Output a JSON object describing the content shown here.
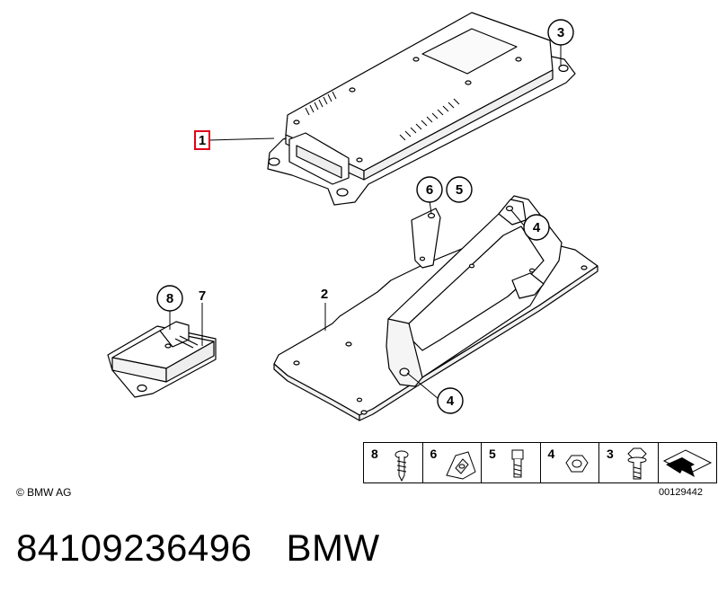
{
  "callouts": {
    "c1": "1",
    "c2": "2",
    "c3": "3",
    "c4a": "4",
    "c4b": "4",
    "c5": "5",
    "c6": "6",
    "c7": "7",
    "c8": "8"
  },
  "legend": [
    {
      "num": "8",
      "icon": "screw-icon"
    },
    {
      "num": "6",
      "icon": "clip-nut-icon"
    },
    {
      "num": "5",
      "icon": "bolt-icon"
    },
    {
      "num": "4",
      "icon": "hex-nut-icon"
    },
    {
      "num": "3",
      "icon": "flange-bolt-icon"
    },
    {
      "num": "",
      "icon": "arrow-icon"
    }
  ],
  "copyright": "© BMW AG",
  "drawing_number": "00129442",
  "part_number": "84109236496",
  "brand": "BMW",
  "highlight_color": "#e0001a"
}
